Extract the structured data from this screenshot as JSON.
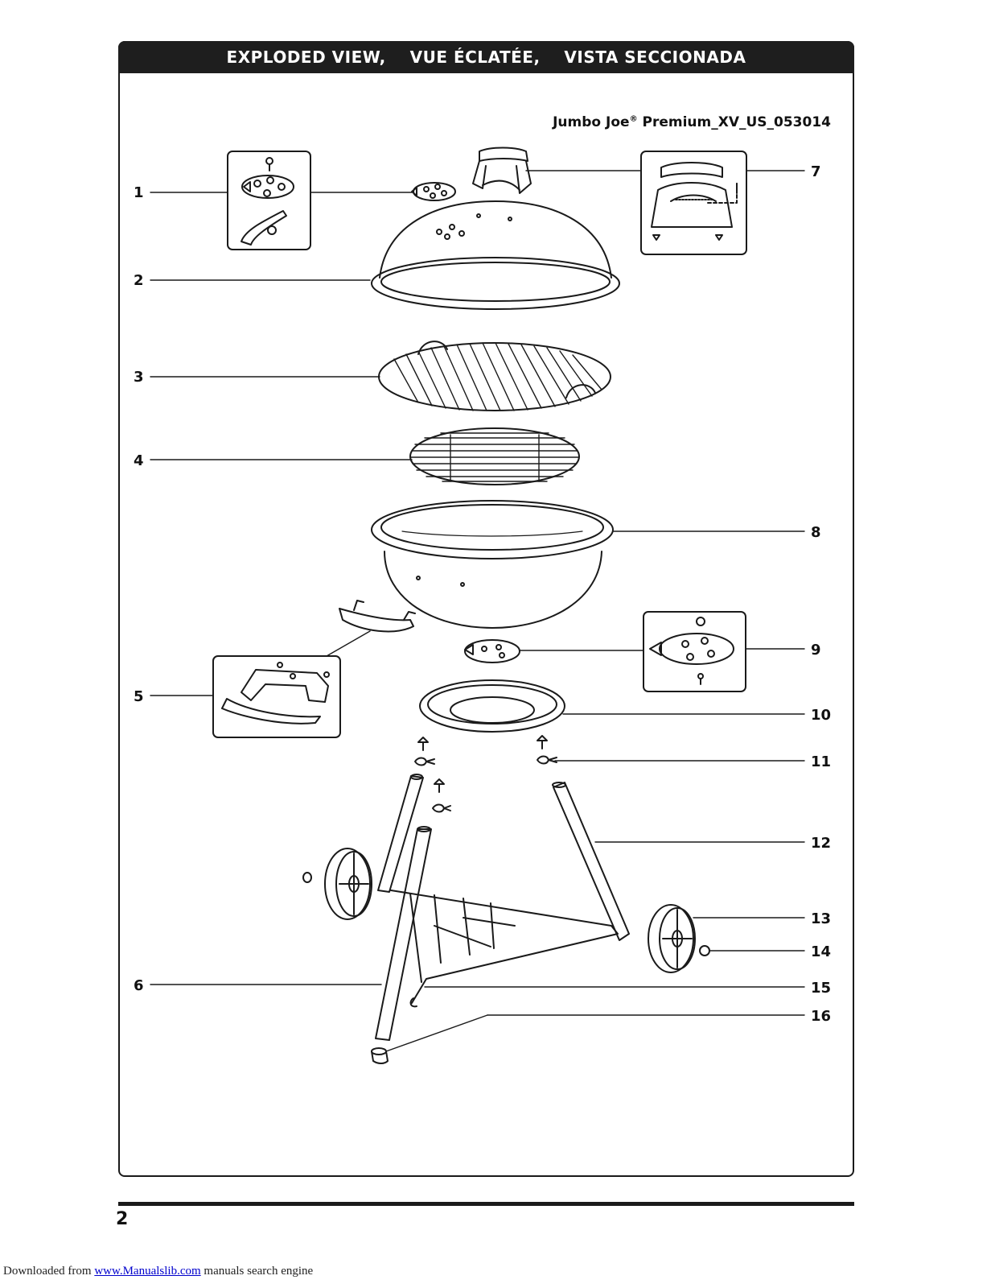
{
  "header": {
    "title_en": "EXPLODED VIEW,",
    "title_fr": "VUE ÉCLATÉE,",
    "title_es": "VISTA SECCIONADA"
  },
  "model": {
    "name": "Jumbo Joe",
    "registered": "®",
    "code": " Premium_XV_US_053014"
  },
  "callouts": {
    "c1": "1",
    "c2": "2",
    "c3": "3",
    "c4": "4",
    "c5": "5",
    "c6": "6",
    "c7": "7",
    "c8": "8",
    "c9": "9",
    "c10": "10",
    "c11": "11",
    "c12": "12",
    "c13": "13",
    "c14": "14",
    "c15": "15",
    "c16": "16"
  },
  "footer": {
    "page_number": "2",
    "downloaded_prefix": "Downloaded from ",
    "link_text": "www.Manualslib.com",
    "downloaded_suffix": " manuals search engine"
  },
  "colors": {
    "ink": "#1a1a1a",
    "banner": "#1e1e1e",
    "link": "#0000cc"
  }
}
